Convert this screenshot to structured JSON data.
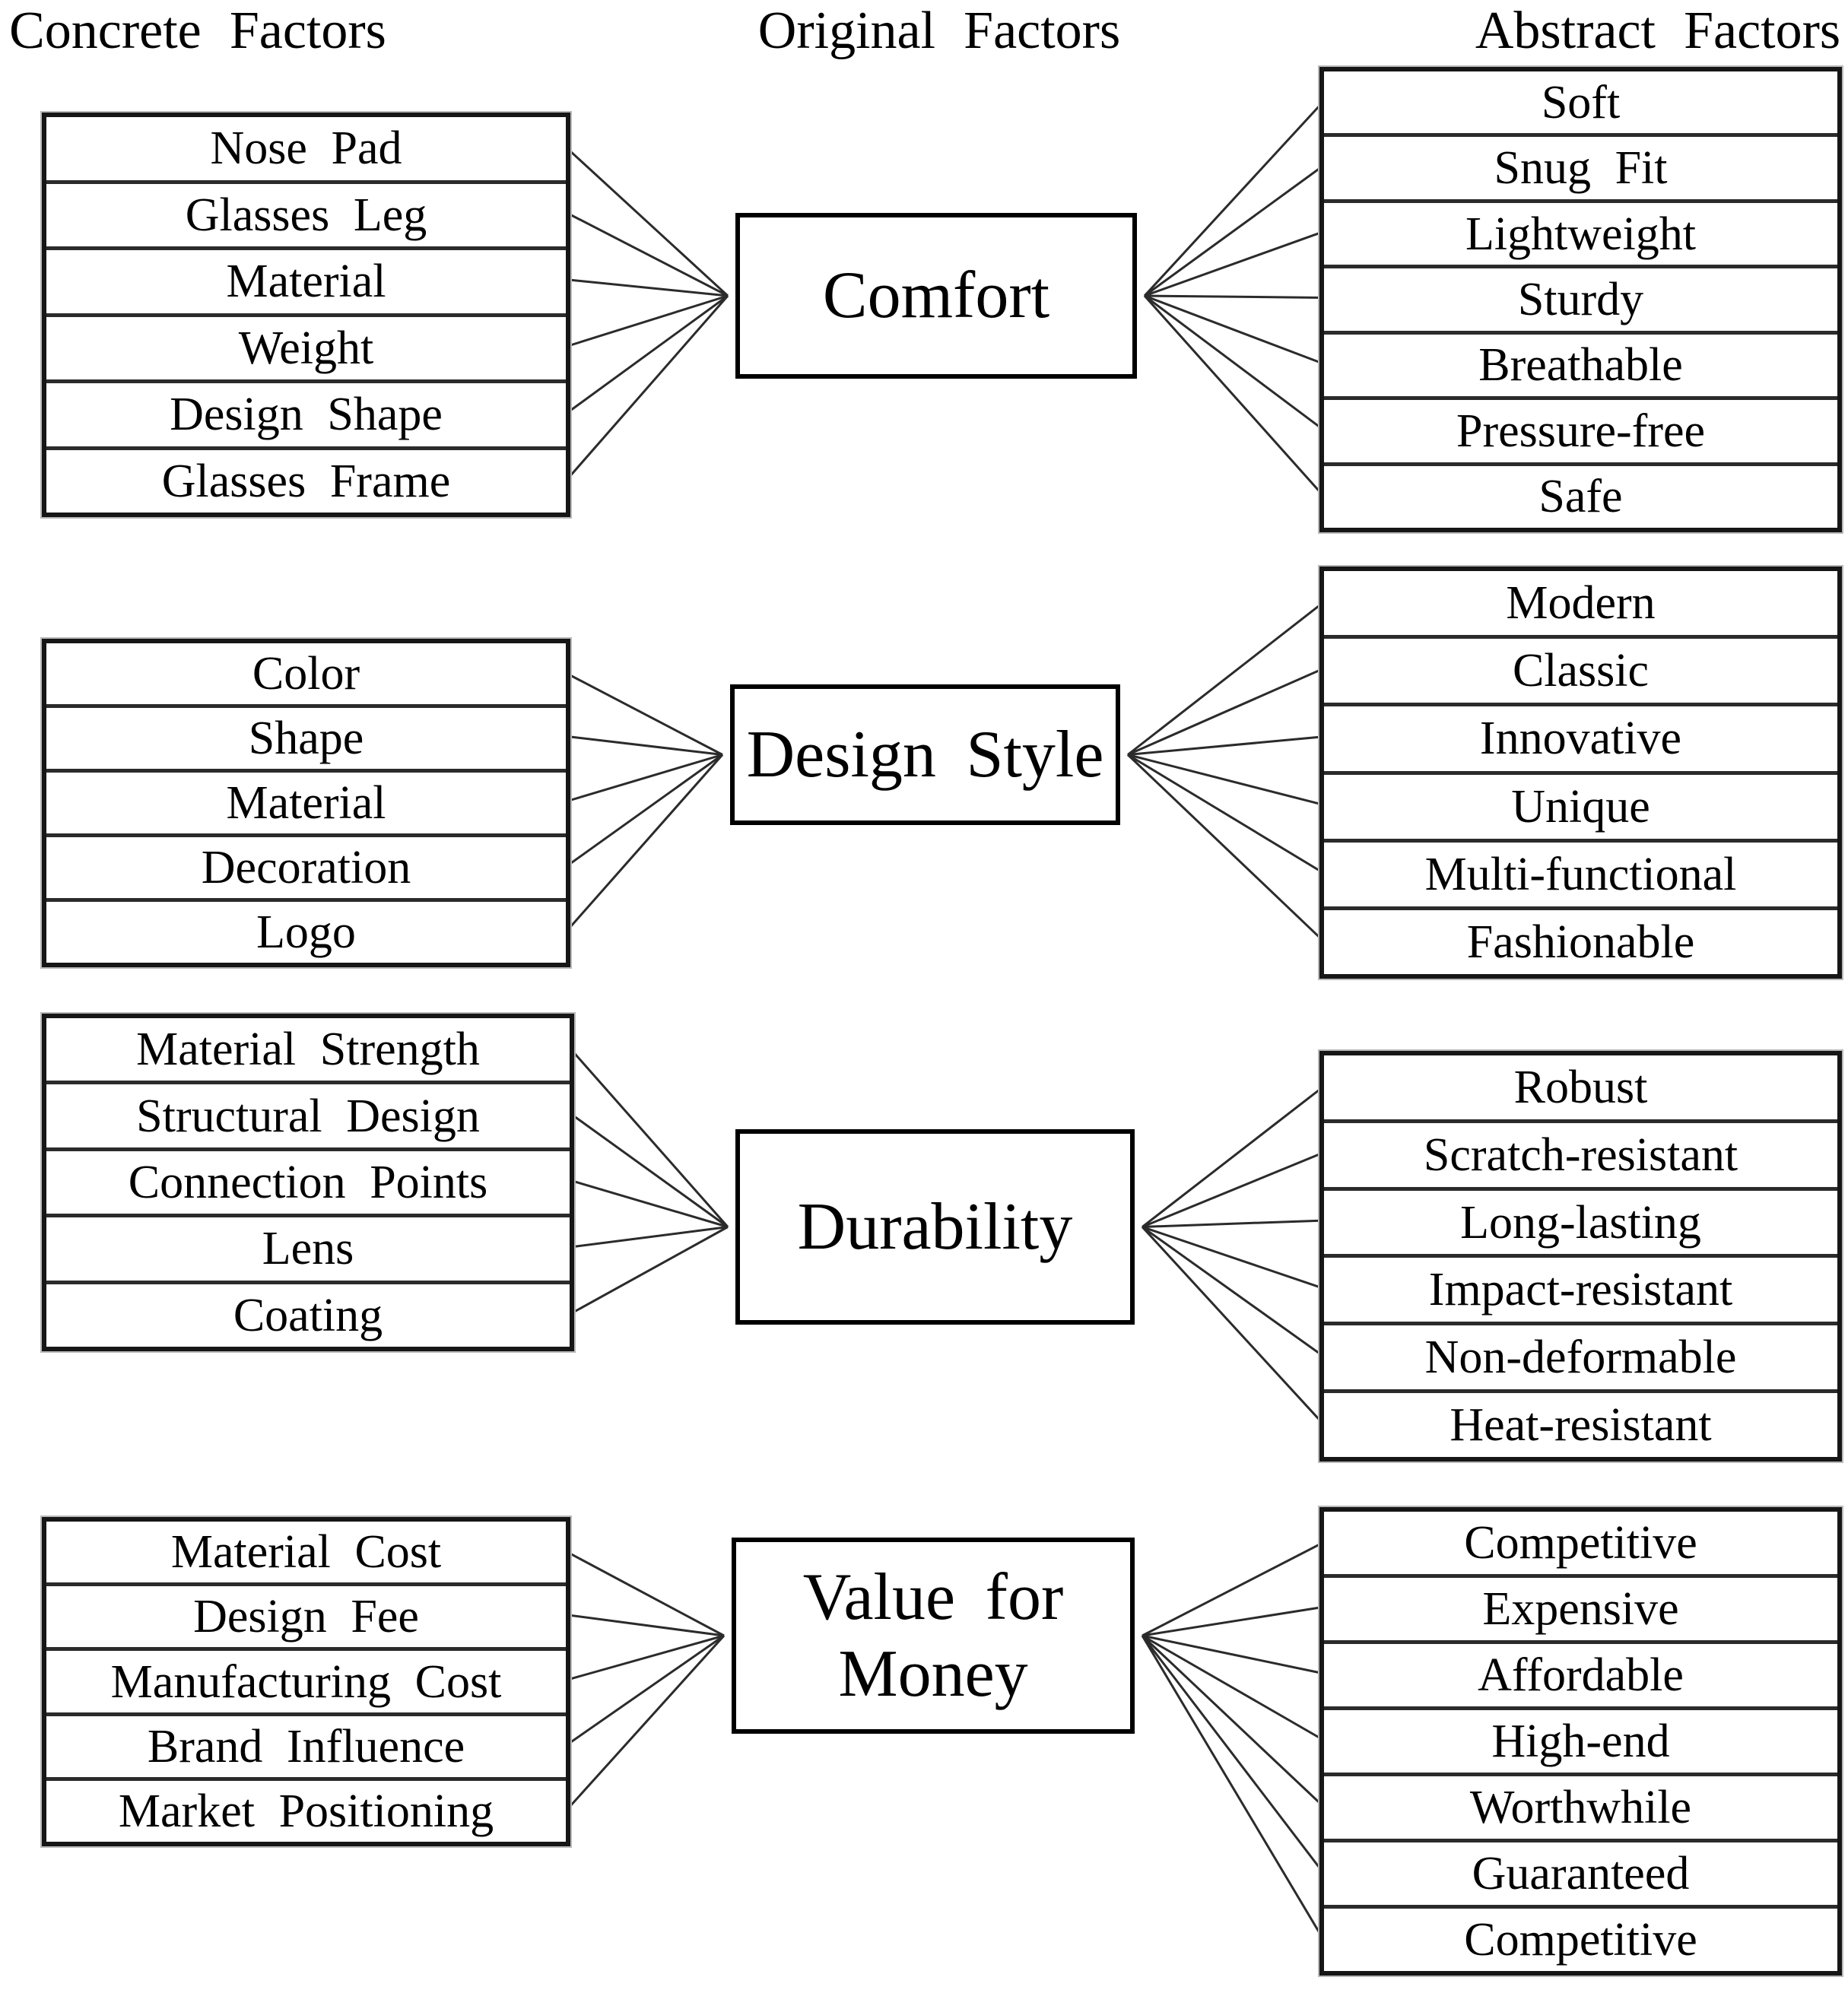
{
  "headers": {
    "concrete": "Concrete Factors",
    "original": "Original Factors",
    "abstract": "Abstract Factors"
  },
  "groups": [
    {
      "original_factor": "Comfort",
      "concrete_factors": [
        "Nose Pad",
        "Glasses Leg",
        "Material",
        "Weight",
        "Design Shape",
        "Glasses Frame"
      ],
      "abstract_factors": [
        "Soft",
        "Snug Fit",
        "Lightweight",
        "Sturdy",
        "Breathable",
        "Pressure-free",
        "Safe"
      ]
    },
    {
      "original_factor": "Design Style",
      "concrete_factors": [
        "Color",
        "Shape",
        "Material",
        "Decoration",
        "Logo"
      ],
      "abstract_factors": [
        "Modern",
        "Classic",
        "Innovative",
        "Unique",
        "Multi-functional",
        "Fashionable"
      ]
    },
    {
      "original_factor": "Durability",
      "concrete_factors": [
        "Material Strength",
        "Structural Design",
        "Connection Points",
        "Lens",
        "Coating"
      ],
      "abstract_factors": [
        "Robust",
        "Scratch-resistant",
        "Long-lasting",
        "Impact-resistant",
        "Non-deformable",
        "Heat-resistant"
      ]
    },
    {
      "original_factor": "Value for Money",
      "concrete_factors": [
        "Material Cost",
        "Design Fee",
        "Manufacturing Cost",
        "Brand Influence",
        "Market Positioning"
      ],
      "abstract_factors": [
        "Competitive",
        "Expensive",
        "Affordable",
        "High-end",
        "Worthwhile",
        "Guaranteed",
        "Competitive"
      ]
    }
  ],
  "colors": {
    "background": "#ffffff",
    "text": "#000000",
    "border": "#161616",
    "connector_line": "#2b2b2b"
  }
}
